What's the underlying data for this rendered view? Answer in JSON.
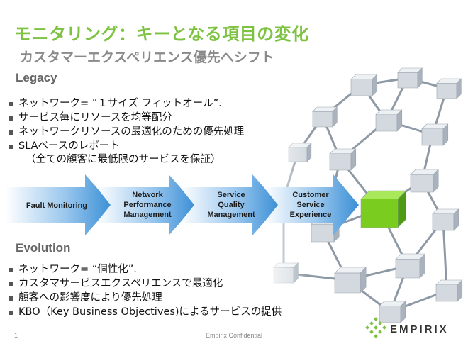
{
  "slide": {
    "title": "モニタリング：キーとなる項目の変化",
    "subtitle": "カスタマーエクスペリエンス優先へシフト",
    "legacy": {
      "heading": "Legacy",
      "bullets": [
        "ネットワーク= ”１サイズ フィットオール”.",
        "サービス毎にリソースを均等配分",
        "ネットワークリソースの最適化のための優先処理",
        "SLAベースのレポート"
      ],
      "bullet_sub": "（全ての顧客に最低限のサービスを保証）"
    },
    "process": [
      [
        "Fault Monitoring"
      ],
      [
        "Network",
        "Performance",
        "Management"
      ],
      [
        "Service",
        "Quality",
        "Management"
      ],
      [
        "Customer",
        "Service",
        "Experience"
      ]
    ],
    "evolution": {
      "heading": "Evolution",
      "bullets": [
        "ネットワーク= “個性化”.",
        "カスタマサービスエクスペリエンスで最適化",
        "顧客への影響度により優先処理",
        "KBO（Key Business Objectives)によるサービスの提供"
      ]
    },
    "footer": {
      "page_number": "1",
      "confidential": "Empirix Confidential",
      "logo_text": "EMPIRIX"
    },
    "colors": {
      "title": "#7ec242",
      "arrow_start": "#ffffff",
      "arrow_end": "#3a8fd6",
      "highlight_cube": "#7acc1e"
    },
    "icons": [
      "network-cubes-graphic",
      "empirix-logo-icon"
    ]
  }
}
